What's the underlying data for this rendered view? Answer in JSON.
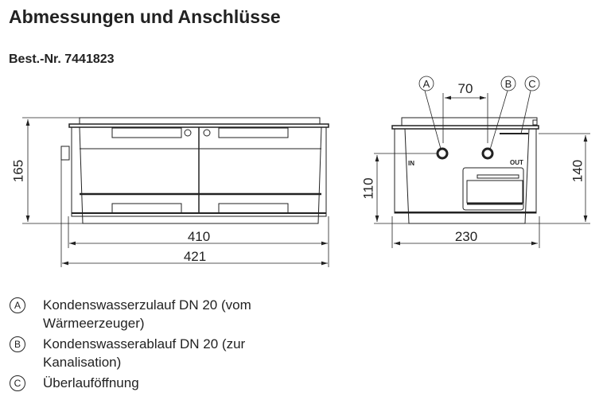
{
  "title": "Abmessungen und Anschlüsse",
  "order_number": "Best.-Nr. 7441823",
  "drawing": {
    "front_view": {
      "height": "165",
      "inner_length": "410",
      "outer_length": "421"
    },
    "side_view": {
      "connection_spacing": "70",
      "connection_height": "110",
      "height": "140",
      "width": "230",
      "in_label": "IN",
      "out_label": "OUT"
    },
    "callouts": [
      "A",
      "B",
      "C"
    ]
  },
  "legend": [
    {
      "marker": "A",
      "text": "Kondenswasserzulauf DN 20 (vom Wärmeerzeuger)"
    },
    {
      "marker": "B",
      "text": "Kondenswasserablauf DN 20 (zur Kanalisation)"
    },
    {
      "marker": "C",
      "text": "Überlauföffnung"
    }
  ]
}
